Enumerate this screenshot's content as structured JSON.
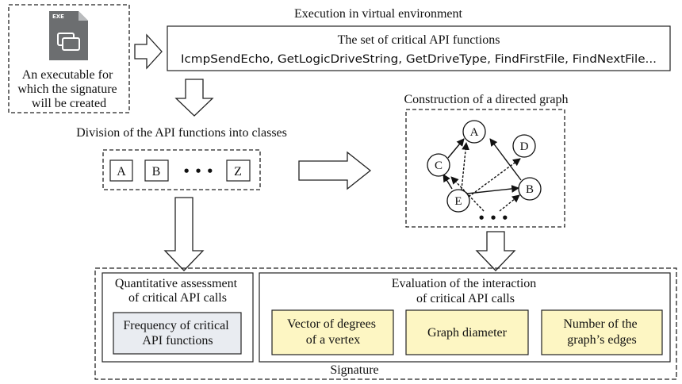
{
  "executable": {
    "icon_badge": "EXE",
    "label_lines": [
      "An executable for",
      "which the signature",
      "will be created"
    ]
  },
  "execution_title": "Execution in virtual environment",
  "api_set": {
    "title": "The set of critical API functions",
    "functions": "IcmpSendEcho, GetLogicDriveString, GetDriveType, FindFirstFile, FindNextFile..."
  },
  "division_title": "Division of the API functions into classes",
  "classes": [
    "A",
    "B",
    "Z"
  ],
  "classes_ellipsis": "• • •",
  "graph_section": {
    "title": "Construction of a directed graph",
    "nodes": [
      "A",
      "B",
      "C",
      "D",
      "E"
    ],
    "ellipsis": "• • •"
  },
  "quantitative": {
    "title_lines": [
      "Quantitative assessment",
      "of critical API calls"
    ],
    "box_lines": [
      "Frequency of critical",
      "API functions"
    ]
  },
  "interaction": {
    "title_lines": [
      "Evaluation of the interaction",
      "of critical API calls"
    ],
    "features": [
      [
        "Vector of degrees",
        "of a vertex"
      ],
      [
        "Graph diameter"
      ],
      [
        "Number of the",
        "graph’s edges"
      ]
    ]
  },
  "signature_label": "Signature",
  "colors": {
    "yellow_fill": "#fdf6c3",
    "gray_fill": "#e9ecf1",
    "icon_gray": "#6c6e70",
    "stroke": "#222222"
  }
}
